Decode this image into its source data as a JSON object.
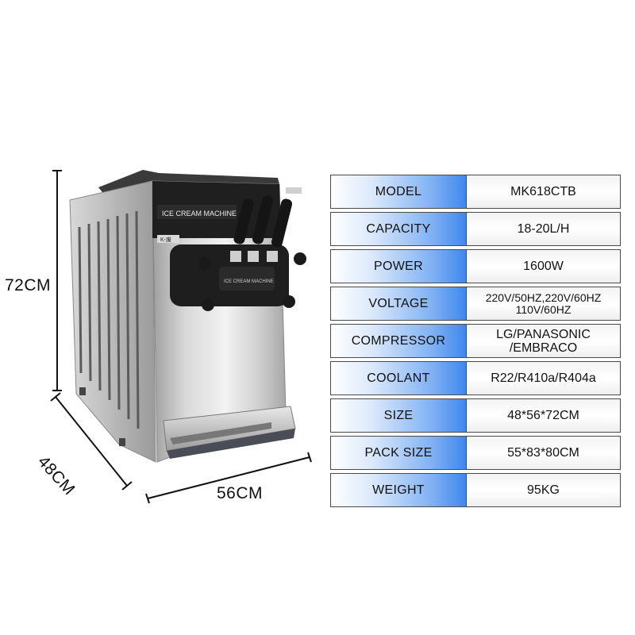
{
  "machine": {
    "panel_text": "ICE CREAM MACHINE",
    "tray_text": "ICE CREAM MACHINE",
    "badge_text": "K-废",
    "image_label": "ice cream machine product photo"
  },
  "dimensions": {
    "height": "72CM",
    "width": "56CM",
    "depth": "48CM"
  },
  "specs": [
    {
      "label": "MODEL",
      "value": "MK618CTB"
    },
    {
      "label": "CAPACITY",
      "value": "18-20L/H"
    },
    {
      "label": "POWER",
      "value": "1600W"
    },
    {
      "label": "VOLTAGE",
      "value": "220V/50HZ,220V/60HZ\n110V/60HZ"
    },
    {
      "label": "COMPRESSOR",
      "value": "LG/PANASONIC\n/EMBRACO"
    },
    {
      "label": "COOLANT",
      "value": "R22/R410a/R404a"
    },
    {
      "label": "SIZE",
      "value": "48*56*72CM"
    },
    {
      "label": "PACK SIZE",
      "value": "55*83*80CM"
    },
    {
      "label": "WEIGHT",
      "value": "95KG"
    }
  ],
  "colors": {
    "label_gradient_end": "#3f87ee",
    "border": "#4a4a4a"
  }
}
